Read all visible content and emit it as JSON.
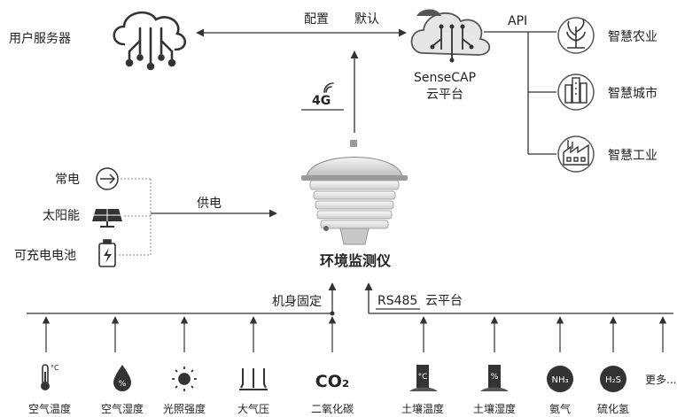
{
  "top": {
    "user_server": "用户服务器",
    "config_label": "配置",
    "default_label": "默认",
    "platform_name": "SenseCAP",
    "platform_sub": "云平台",
    "api_label": "API",
    "network_label": "4G"
  },
  "applications": [
    {
      "label": "智慧农业",
      "icon": "plant-icon"
    },
    {
      "label": "智慧城市",
      "icon": "city-icon"
    },
    {
      "label": "智慧工业",
      "icon": "factory-icon"
    }
  ],
  "power": {
    "sources": [
      {
        "label": "常电",
        "icon": "arrow-circle-icon"
      },
      {
        "label": "太阳能",
        "icon": "solar-panel-icon"
      },
      {
        "label": "可充电电池",
        "icon": "battery-icon"
      }
    ],
    "supply_label": "供电"
  },
  "device": {
    "name": "环境监测仪",
    "mount_label": "机身固定",
    "rs485_label": "RS485",
    "cloud_label": "云平台"
  },
  "sensors": [
    {
      "label": "空气温度",
      "icon": "thermometer-icon",
      "glyph": "°C"
    },
    {
      "label": "空气湿度",
      "icon": "humidity-drop-icon",
      "glyph": "%"
    },
    {
      "label": "光照强度",
      "icon": "sun-icon",
      "glyph": ""
    },
    {
      "label": "大气压",
      "icon": "pressure-icon",
      "glyph": ""
    },
    {
      "label": "二氧化碳",
      "icon": "co2-icon",
      "glyph": "CO₂"
    },
    {
      "label": "土壤温度",
      "icon": "soil-temp-icon",
      "glyph": "°C"
    },
    {
      "label": "土壤湿度",
      "icon": "soil-humidity-icon",
      "glyph": "%"
    },
    {
      "label": "氨气",
      "icon": "nh3-icon",
      "glyph": "NH₃"
    },
    {
      "label": "硫化氢",
      "icon": "h2s-icon",
      "glyph": "H₂S"
    }
  ],
  "more_label": "更多..."
}
